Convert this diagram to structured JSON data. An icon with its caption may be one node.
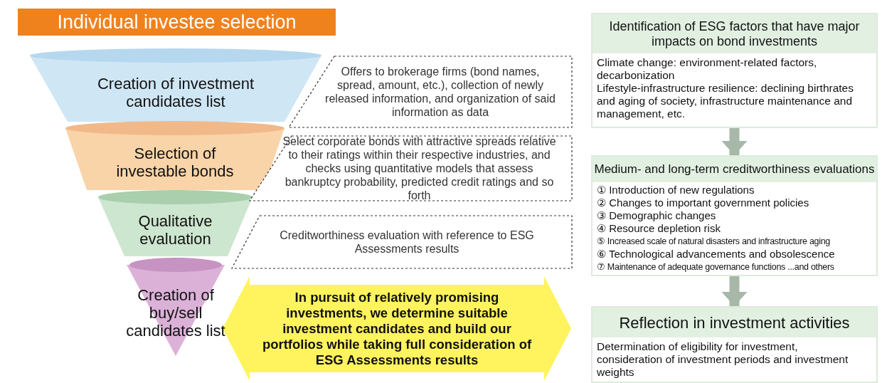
{
  "diagram": {
    "nodes": [
      {
        "text": [
          "Individual investee selection"
        ]
      },
      {
        "text": [
          "Creation of investment candidates list"
        ]
      },
      {
        "text": [
          "Selection of investable bonds"
        ]
      },
      {
        "text": [
          "Qualitative evaluation"
        ]
      },
      {
        "text": [
          "Creation of buy/sell candidates list"
        ]
      },
      {
        "text": [
          "Offers to brokerage firms (bond names, spread, amount, etc.), collection of newly released information, and organization of said information as data"
        ]
      },
      {
        "text": [
          "Select corporate bonds with attractive spreads relative to their ratings within their respective industries, and checks using quantitative models that assess bankruptcy probability, predicted credit ratings and so forth"
        ]
      },
      {
        "text": [
          "Creditworthiness evaluation with reference to ESG Assessments results"
        ]
      },
      {
        "text": [
          "In pursuit of relatively promising investments, we determine suitable investment candidates and build our portfolios while taking full consideration of ESG Assessments results"
        ]
      },
      {
        "text": [
          "Identification of ESG factors that have major impacts on bond investments",
          "Climate change: environment-related factors, decarbonization",
          "Lifestyle-infrastructure resilience: declining birthrates and aging of society, infrastructure maintenance and management, etc."
        ]
      },
      {
        "text": [
          "Medium- and long-term creditworthiness evaluations",
          "① Introduction of new regulations",
          "② Changes to important government policies",
          "③ Demographic changes",
          "④ Resource depletion risk",
          "⑤ Increased scale of natural disasters and infrastructure aging",
          "⑥ Technological advancements and obsolescence",
          "⑦ Maintenance of adequate governance functions ...and others"
        ]
      },
      {
        "text": [
          "Reflection in investment activities",
          "Determination of eligibility for investment, consideration of investment periods and investment weights"
        ]
      }
    ],
    "edges": [
      {
        "from": 9,
        "to": 10,
        "arrow": "to"
      },
      {
        "from": 10,
        "to": 11,
        "arrow": "to"
      }
    ]
  }
}
